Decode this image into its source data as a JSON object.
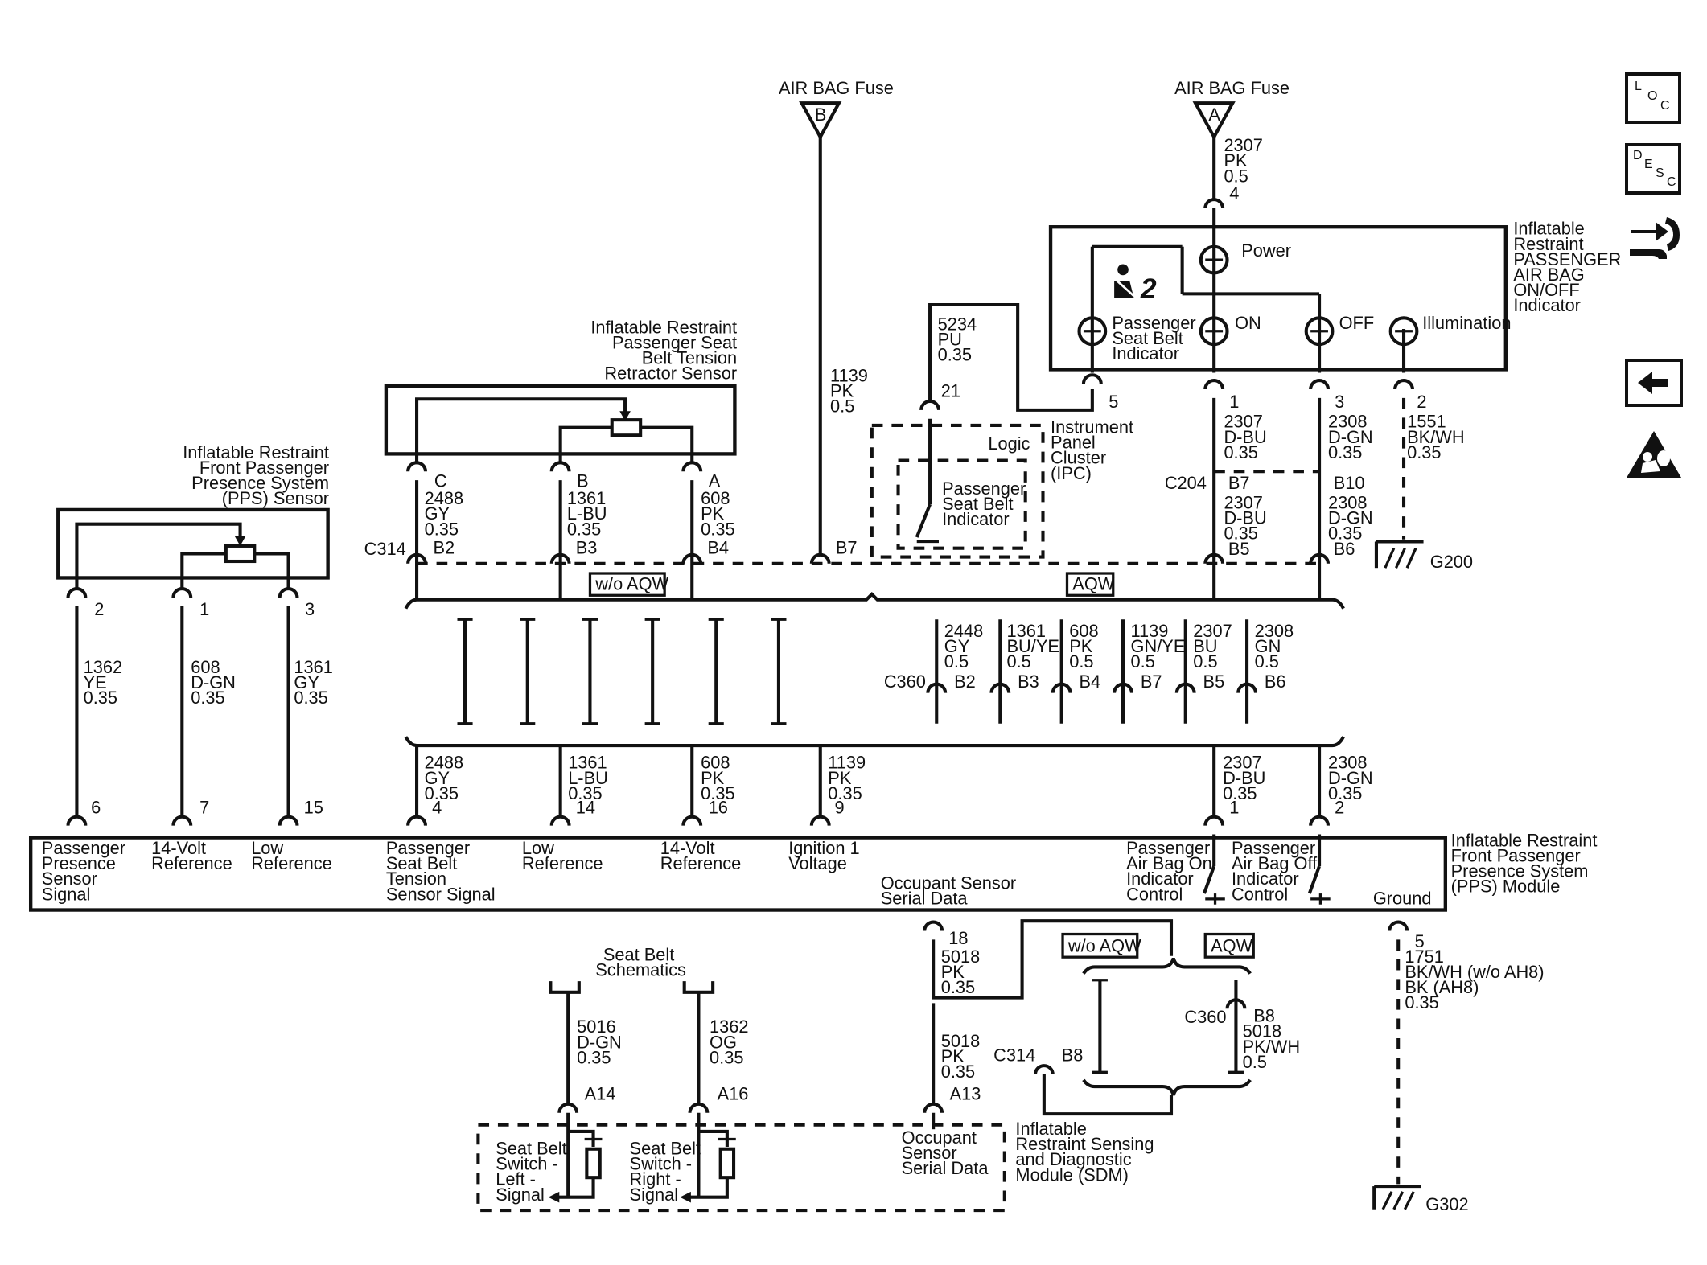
{
  "fuse_b": {
    "title": "AIR BAG Fuse",
    "letter": "B"
  },
  "fuse_a": {
    "title": "AIR BAG Fuse",
    "letter": "A"
  },
  "pps_sensor": {
    "label": [
      "Inflatable Restraint",
      "Front Passenger",
      "Presence System",
      "(PPS) Sensor"
    ],
    "pins": [
      "2",
      "1",
      "3"
    ]
  },
  "retractor_sensor": {
    "label": [
      "Inflatable Restraint",
      "Passenger Seat",
      "Belt Tension",
      "Retractor Sensor"
    ],
    "pins": [
      "C",
      "B",
      "A"
    ]
  },
  "indicator": {
    "label": [
      "Inflatable",
      "Restraint",
      "PASSENGER",
      "AIR BAG",
      "ON/OFF",
      "Indicator"
    ],
    "lamps": [
      "Power",
      "Passenger",
      "Seat Belt",
      "Indicator",
      "ON",
      "OFF",
      "Illumination"
    ],
    "pins": [
      "4",
      "5",
      "1",
      "3",
      "2"
    ],
    "symbol_text": "2"
  },
  "ipc": {
    "label": [
      "Instrument",
      "Panel",
      "Cluster",
      "(IPC)"
    ],
    "logic": "Logic",
    "indicator": [
      "Passenger",
      "Seat Belt",
      "Indicator"
    ],
    "pin": "21"
  },
  "ground_labels": {
    "g200": "G200",
    "g302": "G302"
  },
  "connectors": {
    "c314": "C314",
    "c204": "C204",
    "c360": "C360",
    "c314_sdm": "C314",
    "c360_sdm": "C360"
  },
  "options": {
    "wo_aqw": "w/o AQW",
    "aqw": "AQW",
    "wo_aqw_2": "w/o AQW",
    "aqw_2": "AQW"
  },
  "wires_upper": [
    {
      "cav": "C",
      "code": "2488",
      "color": "GY",
      "size": "0.35",
      "pin": "B2"
    },
    {
      "cav": "B",
      "code": "1361",
      "color": "L-BU",
      "size": "0.35",
      "pin": "B3"
    },
    {
      "cav": "A",
      "code": "608",
      "color": "PK",
      "size": "0.35",
      "pin": "B4"
    },
    {
      "code": "1139",
      "color": "PK",
      "size": "0.5",
      "pin": "B7"
    },
    {
      "code": "5234",
      "color": "PU",
      "size": "0.35"
    },
    {
      "code": "1139",
      "color": "PK",
      "size": "0.5"
    },
    {
      "code": "2307",
      "color": "D-BU",
      "size": "0.35",
      "pin": "B7",
      "code2": "2307",
      "color2": "D-BU",
      "size2": "0.35",
      "pin2": "B5"
    },
    {
      "code": "2308",
      "color": "D-GN",
      "size": "0.35",
      "pin": "B10",
      "code2": "2308",
      "color2": "D-GN",
      "size2": "0.35",
      "pin2": "B6"
    },
    {
      "code": "1551",
      "color": "BK/WH",
      "size": "0.35"
    }
  ],
  "wires_pps": [
    {
      "code": "1362",
      "color": "YE",
      "size": "0.35",
      "pin_top": "2",
      "pin_bot": "6"
    },
    {
      "code": "608",
      "color": "D-GN",
      "size": "0.35",
      "pin_top": "1",
      "pin_bot": "7"
    },
    {
      "code": "1361",
      "color": "GY",
      "size": "0.35",
      "pin_top": "3",
      "pin_bot": "15"
    }
  ],
  "wires_c360": [
    {
      "code": "2448",
      "color": "GY",
      "size": "0.5",
      "pin": "B2"
    },
    {
      "code": "1361",
      "color": "BU/YE",
      "size": "0.5",
      "pin": "B3"
    },
    {
      "code": "608",
      "color": "PK",
      "size": "0.5",
      "pin": "B4"
    },
    {
      "code": "1139",
      "color": "GN/YE",
      "size": "0.5",
      "pin": "B7"
    },
    {
      "code": "2307",
      "color": "BU",
      "size": "0.5",
      "pin": "B5"
    },
    {
      "code": "2308",
      "color": "GN",
      "size": "0.5",
      "pin": "B6"
    }
  ],
  "wires_lower": [
    {
      "code": "2488",
      "color": "GY",
      "size": "0.35",
      "pin": "4"
    },
    {
      "code": "1361",
      "color": "L-BU",
      "size": "0.35",
      "pin": "14"
    },
    {
      "code": "608",
      "color": "PK",
      "size": "0.35",
      "pin": "16"
    },
    {
      "code": "1139",
      "color": "PK",
      "size": "0.35",
      "pin": "9"
    },
    {
      "code": "2307",
      "color": "D-BU",
      "size": "0.35",
      "pin": "1"
    },
    {
      "code": "2308",
      "color": "D-GN",
      "size": "0.35",
      "pin": "2"
    }
  ],
  "pps_module": {
    "label": [
      "Inflatable Restraint",
      "Front Passenger",
      "Presence System",
      "(PPS) Module"
    ],
    "terminals": [
      [
        "Passenger",
        "Presence",
        "Sensor",
        "Signal"
      ],
      [
        "14-Volt",
        "Reference"
      ],
      [
        "Low",
        "Reference"
      ],
      [
        "Passenger",
        "Seat Belt",
        "Tension",
        "Sensor Signal"
      ],
      [
        "Low",
        "Reference"
      ],
      [
        "14-Volt",
        "Reference"
      ],
      [
        "Ignition 1",
        "Voltage"
      ],
      [
        "Occupant Sensor",
        "Serial Data"
      ],
      [
        "Passenger",
        "Air Bag On",
        "Indicator",
        "Control"
      ],
      [
        "Passenger",
        "Air Bag Off",
        "Indicator",
        "Control"
      ],
      [
        "Ground"
      ]
    ]
  },
  "serial_wire": {
    "pin": "18",
    "code": "5018",
    "color": "PK",
    "size": "0.35"
  },
  "ground_wire": {
    "pin": "5",
    "code": "1751",
    "color": "BK/WH (w/o AH8)",
    "color2": "BK (AH8)",
    "size": "0.35"
  },
  "sdm_branch": {
    "c360_pin": "B8",
    "code": "5018",
    "color": "PK/WH",
    "size": "0.5",
    "c314_pin": "B8"
  },
  "sdm_wire": {
    "code": "5018",
    "color": "PK",
    "size": "0.35",
    "pin": "A13"
  },
  "seat_belt": {
    "title": [
      "Seat Belt",
      "Schematics"
    ],
    "left": {
      "code": "5016",
      "color": "D-GN",
      "size": "0.35",
      "pin": "A14"
    },
    "right": {
      "code": "1362",
      "color": "OG",
      "size": "0.35",
      "pin": "A16"
    }
  },
  "sdm": {
    "label": [
      "Inflatable",
      "Restraint Sensing",
      "and Diagnostic",
      "Module (SDM)"
    ],
    "sw_left": [
      "Seat Belt",
      "Switch -",
      "Left -",
      "Signal"
    ],
    "sw_right": [
      "Seat Belt",
      "Switch -",
      "Right -",
      "Signal"
    ],
    "occupant": [
      "Occupant",
      "Sensor",
      "Serial Data"
    ]
  },
  "nav": {
    "loc": [
      "L",
      "O",
      "C"
    ],
    "desc": [
      "D",
      "E",
      "S",
      "C"
    ]
  }
}
